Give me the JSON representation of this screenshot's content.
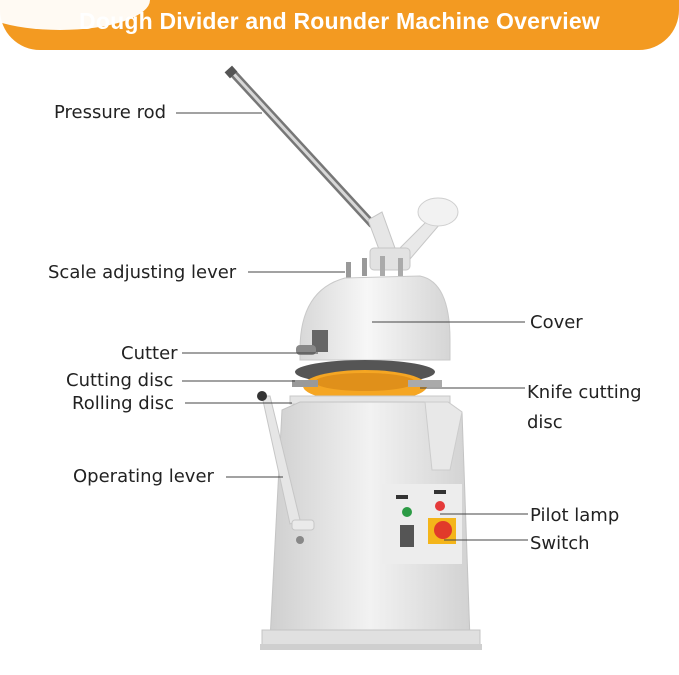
{
  "header": {
    "title": "Dough Divider and Rounder Machine Overview"
  },
  "colors": {
    "accent": "#f39a21",
    "machine": "#e8e8e8",
    "disc": "#f5a623"
  },
  "labels": {
    "pressure_rod": "Pressure rod",
    "scale_adjusting_lever": "Scale adjusting lever",
    "cover": "Cover",
    "cutter": "Cutter",
    "cutting_disc": "Cutting disc",
    "rolling_disc": "Rolling disc",
    "knife_cutting_disc_line1": "Knife cutting",
    "knife_cutting_disc_line2": "disc",
    "operating_lever": "Operating lever",
    "pilot_lamp": "Pilot lamp",
    "switch": "Switch"
  }
}
